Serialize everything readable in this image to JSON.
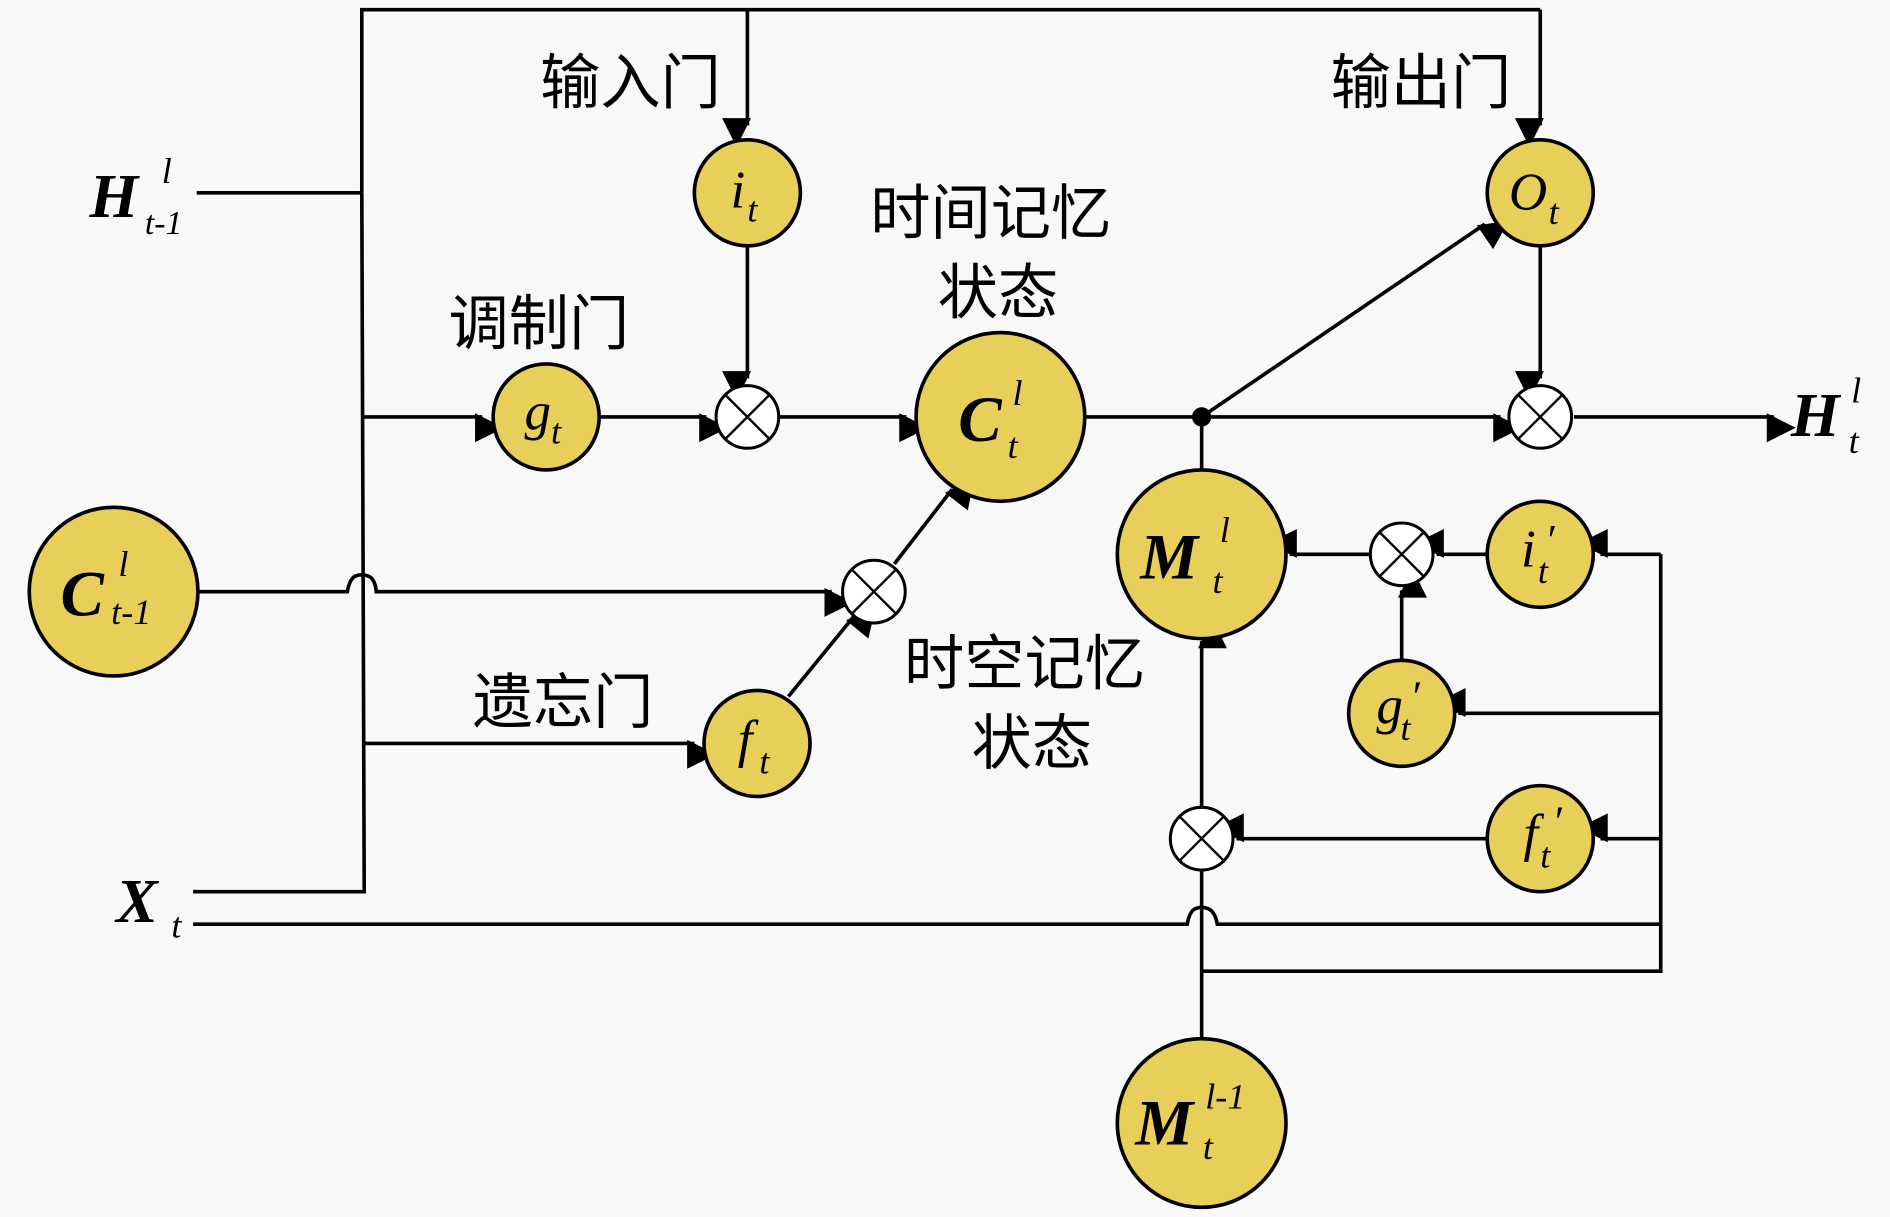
{
  "labels": {
    "input_gate": "输入门",
    "output_gate": "输出门",
    "modulation_gate": "调制门",
    "forget_gate": "遗忘门",
    "temporal_memory_line1": "时间记忆",
    "temporal_memory_line2": "状态",
    "spatiotemporal_memory_line1": "时空记忆",
    "spatiotemporal_memory_line2": "状态"
  },
  "symbols": {
    "h_prev": {
      "base": "H",
      "sup": "l",
      "sub": "t-1"
    },
    "c_prev": {
      "base": "C",
      "sup": "l",
      "sub": "t-1"
    },
    "x_t": {
      "base": "X",
      "sub": "t"
    },
    "h_out": {
      "base": "H",
      "sup": "l",
      "sub": "t"
    },
    "i_t": {
      "base": "i",
      "sub": "t"
    },
    "g_t": {
      "base": "g",
      "sub": "t"
    },
    "f_t": {
      "base": "f",
      "sub": "t"
    },
    "o_t": {
      "base": "O",
      "sub": "t"
    },
    "c_t": {
      "base": "C",
      "sup": "l",
      "sub": "t"
    },
    "m_t": {
      "base": "M",
      "sup": "l",
      "sub": "t"
    },
    "m_prev_layer": {
      "base": "M",
      "sup": "l-1",
      "sub": "t"
    },
    "i_t_prime": {
      "base": "i",
      "sub": "t",
      "prime": "′"
    },
    "g_t_prime": {
      "base": "g",
      "sub": "t",
      "prime": "′"
    },
    "f_t_prime": {
      "base": "f",
      "sub": "t",
      "prime": "′"
    }
  },
  "colors": {
    "node_fill": "#e8cf5a",
    "background": "#f8f8f8"
  }
}
